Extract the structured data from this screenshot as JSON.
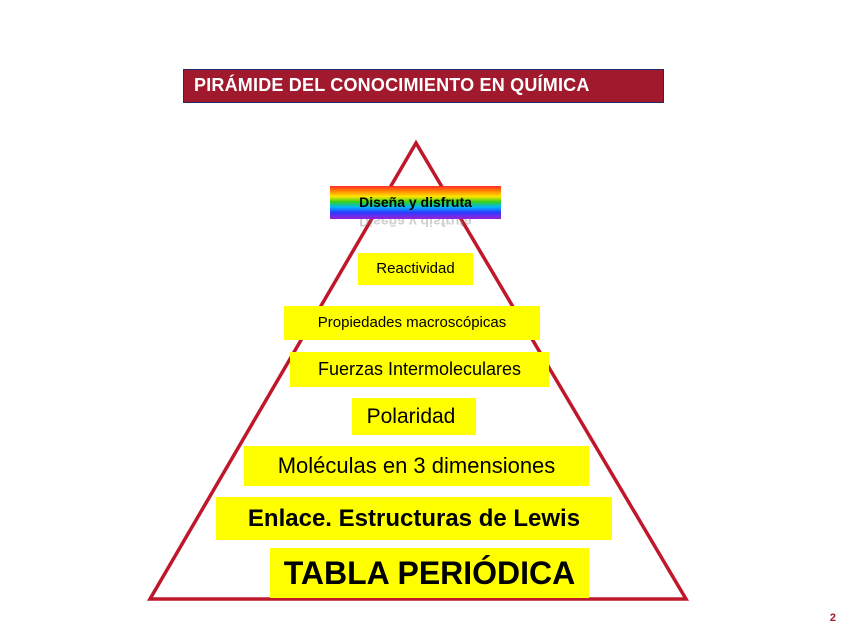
{
  "title": "PIRÁMIDE DEL CONOCIMIENTO EN QUÍMICA",
  "apex_label": "Diseña y disfruta",
  "levels": [
    "Reactividad",
    "Propiedades macroscópicas",
    "Fuerzas Intermoleculares",
    "Polaridad",
    "Moléculas en 3 dimensiones",
    "Enlace. Estructuras de Lewis",
    "TABLA PERIÓDICA"
  ],
  "page_number": "2",
  "colors": {
    "title_bg": "#a0192d",
    "title_border": "#1f2a6e",
    "pyramid_outline": "#c0182b",
    "level_bg": "#ffff00"
  }
}
